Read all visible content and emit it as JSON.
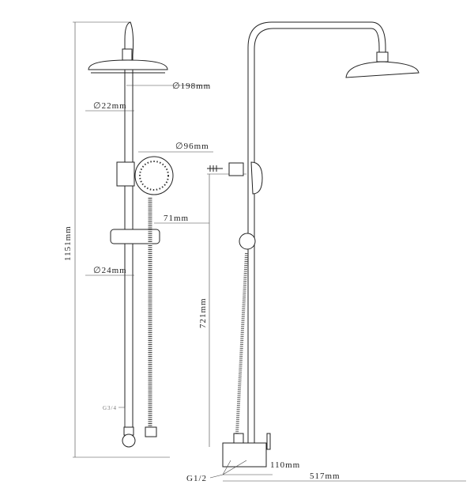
{
  "dimensions": {
    "total_height": "1151mm",
    "head_diameter": "∅198mm",
    "pipe_diameter": "∅22mm",
    "hand_shower_diameter": "∅96mm",
    "slider_offset": "71mm",
    "lower_pipe_diameter": "∅24mm",
    "inlet_thread_left": "G3/4",
    "holder_height": "721mm",
    "valve_offset": "110mm",
    "head_reach": "517mm",
    "inlet_thread_right": "G1/2"
  }
}
